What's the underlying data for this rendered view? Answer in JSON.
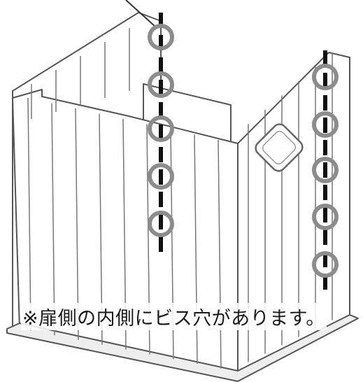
{
  "figure": {
    "caption": "※扉側の内側にビス穴があります。",
    "colors": {
      "outline": "#555555",
      "ring": "#8c8c8c",
      "screw_line": "#111111",
      "background": "#ffffff"
    },
    "icons": [
      "handle-slot-icon",
      "screw-hole-marker-icon"
    ],
    "left_column_screw_holes": 5,
    "right_column_screw_holes": 5
  }
}
